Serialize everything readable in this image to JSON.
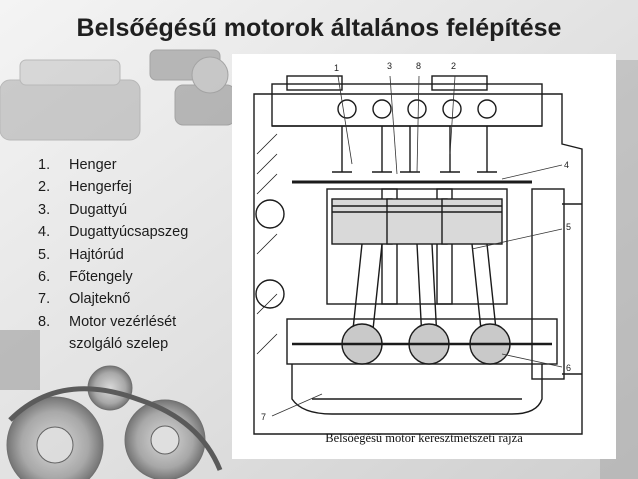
{
  "title": "Belsőégésű motorok általános felépítése",
  "parts": [
    {
      "num": "1.",
      "label": "Henger"
    },
    {
      "num": "2.",
      "label": "Hengerfej"
    },
    {
      "num": "3.",
      "label": "Dugattyú"
    },
    {
      "num": "4.",
      "label": "Dugattyúcsapszeg"
    },
    {
      "num": "5.",
      "label": "Hajtórúd"
    },
    {
      "num": "6.",
      "label": "Főtengely"
    },
    {
      "num": "7.",
      "label": "Olajteknő"
    },
    {
      "num": "8.",
      "label": "Motor vezérlését",
      "cont": "szolgáló szelep"
    }
  ],
  "diagram": {
    "caption": "Belsőégésű motor keresztmetszeti rajza",
    "callouts": [
      "1",
      "3",
      "8",
      "2",
      "4",
      "5",
      "6",
      "7"
    ]
  }
}
